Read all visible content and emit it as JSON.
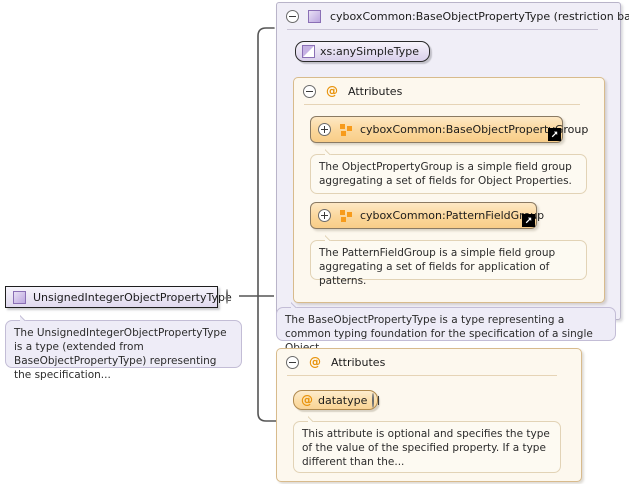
{
  "diagram": {
    "kind": "xml-schema-type-diagram",
    "colors": {
      "complex_type_fill": "#f0eef7",
      "complex_type_border": "#b9b4c9",
      "attributes_fill": "#fdf8ee",
      "attributes_border": "#d8bb8c",
      "group_accent": "#f79b1b",
      "at_glyph": "#e8930c",
      "connector": "#555555",
      "canvas": "#ffffff"
    }
  },
  "root": {
    "name": "root-type-box",
    "label": "UnsignedIntegerObjectPropertyType",
    "icon": "complex-type-square-icon",
    "toggle": "collapse-toggle",
    "toggle_state": "minus",
    "documentation": "The UnsignedIntegerObjectPropertyType is a type (extended from BaseObjectPropertyType) representing the specification..."
  },
  "base_type_panel": {
    "title": "cyboxCommon:BaseObjectPropertyType (restriction base)",
    "icon": "complex-type-square-icon",
    "toggle": "collapse-toggle",
    "toggle_state": "minus",
    "simple_type": {
      "label": "xs:anySimpleType",
      "icon": "simple-type-icon"
    },
    "attributes_section": {
      "title": "Attributes",
      "glyph": "at-sign-icon",
      "toggle_state": "minus",
      "groups": [
        {
          "label": "cyboxCommon:BaseObjectPropertyGroup",
          "icon": "attribute-group-icon",
          "toggle_state": "plus",
          "external_link": "external-link-icon",
          "documentation": "The ObjectPropertyGroup is a simple field group aggregating a set of fields for Object Properties."
        },
        {
          "label": "cyboxCommon:PatternFieldGroup",
          "icon": "attribute-group-icon",
          "toggle_state": "plus",
          "external_link": "external-link-icon",
          "documentation": "The PatternFieldGroup is a simple field group aggregating a set of fields for application of patterns."
        }
      ]
    },
    "documentation": "The BaseObjectPropertyType is a type representing a common typing foundation for the specification of a single Object..."
  },
  "local_attributes_panel": {
    "title": "Attributes",
    "glyph": "at-sign-icon",
    "toggle_state": "minus",
    "attributes": [
      {
        "name": "datatype",
        "glyph": "at-sign-icon",
        "toggle_state": "plus",
        "documentation": "This attribute is optional and specifies the type of the value of the specified property. If a type different than the..."
      }
    ]
  }
}
